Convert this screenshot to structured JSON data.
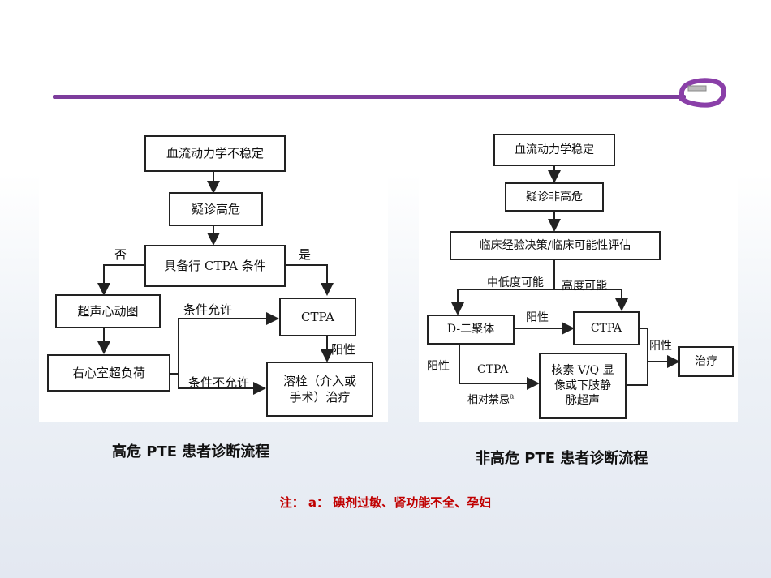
{
  "left_flow": {
    "b1": "血流动力学不稳定",
    "b2": "疑诊高危",
    "b3": "具备行 CTPA 条件",
    "b4": "超声心动图",
    "b5": "右心室超负荷",
    "b6": "CTPA",
    "b7": "溶栓（介入或手术）治疗",
    "lbl_no": "否",
    "lbl_yes": "是",
    "lbl_allowed": "条件允许",
    "lbl_not_allowed": "条件不允许",
    "lbl_positive": "阳性"
  },
  "right_flow": {
    "b1": "血流动力学稳定",
    "b2": "疑诊非高危",
    "b3": "临床经验决策/临床可能性评估",
    "b4": "D-二聚体",
    "b5": "CTPA",
    "b6": "核素 V/Q 显像或下肢静脉超声",
    "b7": "治疗",
    "lbl_lowmid": "中低度可能",
    "lbl_high": "高度可能",
    "lbl_pos1": "阳性",
    "lbl_pos2": "阳性",
    "lbl_pos3": "阳性",
    "lbl_ctpa": "CTPA",
    "lbl_contra": "相对禁忌",
    "lbl_contra_sup": "a"
  },
  "captions": {
    "left": "高危 PTE 患者诊断流程",
    "right": "非高危 PTE 患者诊断流程"
  },
  "note": "注： a： 碘剂过敏、肾功能不全、孕妇",
  "colors": {
    "accent_line": "#7d3d9c",
    "note_red": "#c00000"
  }
}
